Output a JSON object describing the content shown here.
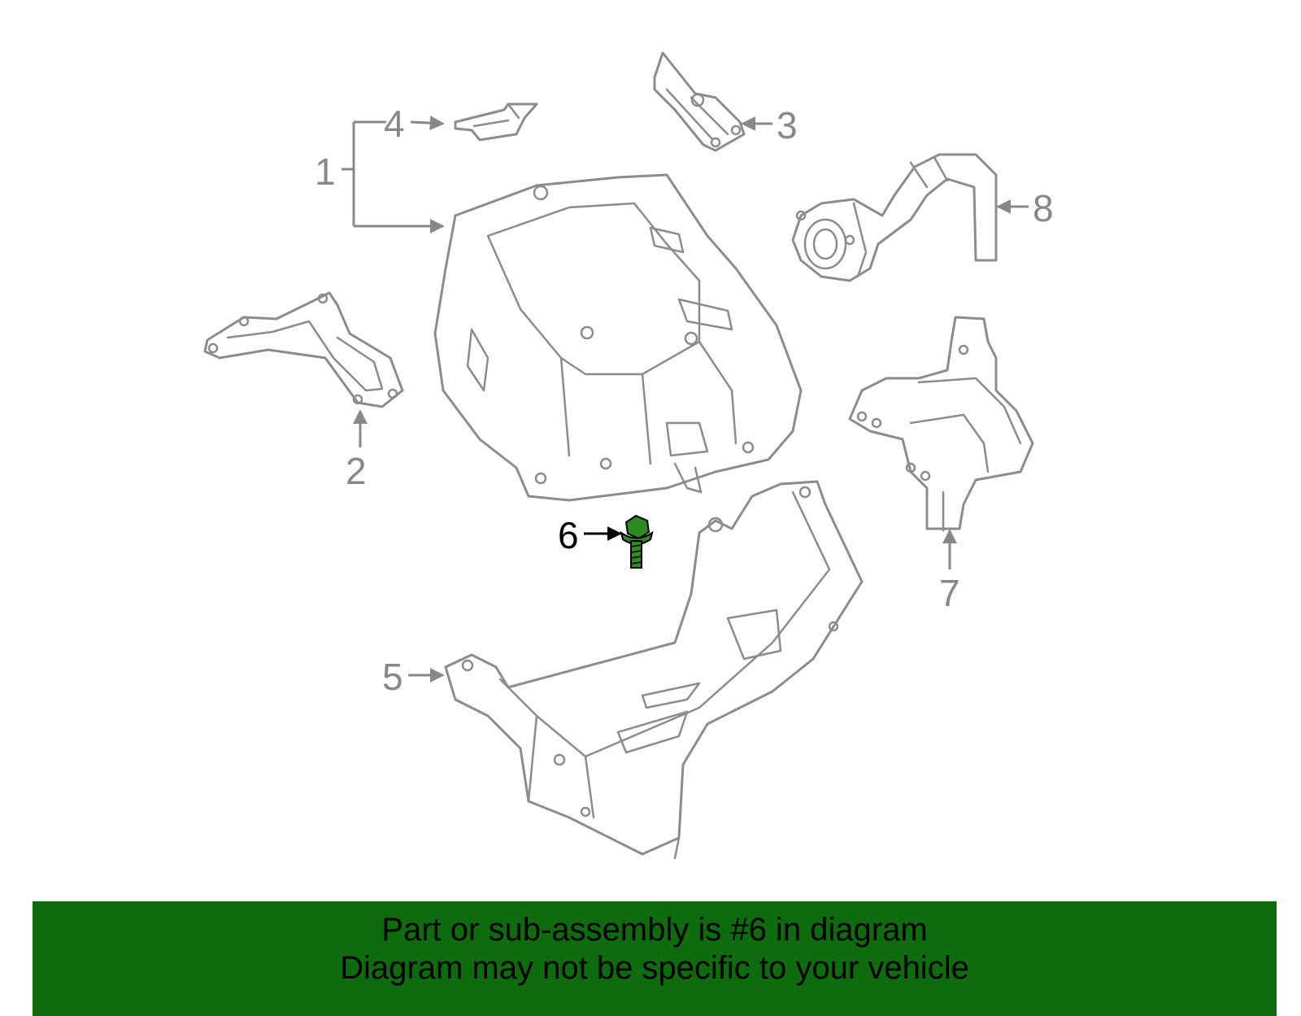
{
  "callouts": [
    {
      "label": "1"
    },
    {
      "label": "2"
    },
    {
      "label": "3"
    },
    {
      "label": "4"
    },
    {
      "label": "5"
    },
    {
      "label": "6"
    },
    {
      "label": "7"
    },
    {
      "label": "8"
    }
  ],
  "highlighted_callout": "6",
  "colors": {
    "highlight_part": "#2e8b1f",
    "banner_background": "#0e6b0e",
    "line_art": "#8c8c8c"
  },
  "banner": {
    "line1": "Part or sub-assembly is #6 in diagram",
    "line2": "Diagram may not be specific to your vehicle"
  }
}
